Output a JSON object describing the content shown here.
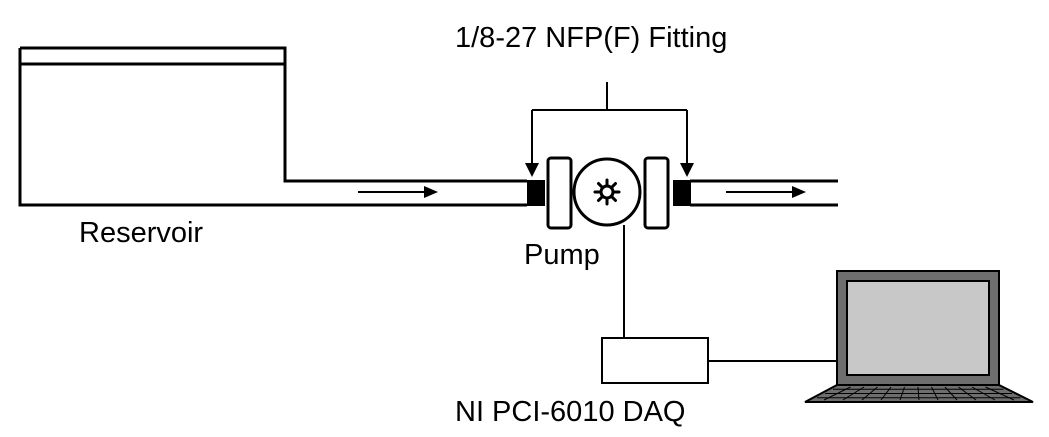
{
  "labels": {
    "fitting": "1/8-27 NFP(F) Fitting",
    "reservoir": "Reservoir",
    "pump": "Pump",
    "daq": "NI PCI-6010 DAQ"
  },
  "colors": {
    "line": "#000000",
    "laptop_frame": "#6e6e6e",
    "laptop_screen": "#c8c8c8",
    "fitting_fill": "#000000",
    "background": "#ffffff"
  },
  "icons": [
    "flow-arrow-icon",
    "pump-impeller-icon",
    "laptop-icon",
    "fitting-arrow-icon"
  ]
}
